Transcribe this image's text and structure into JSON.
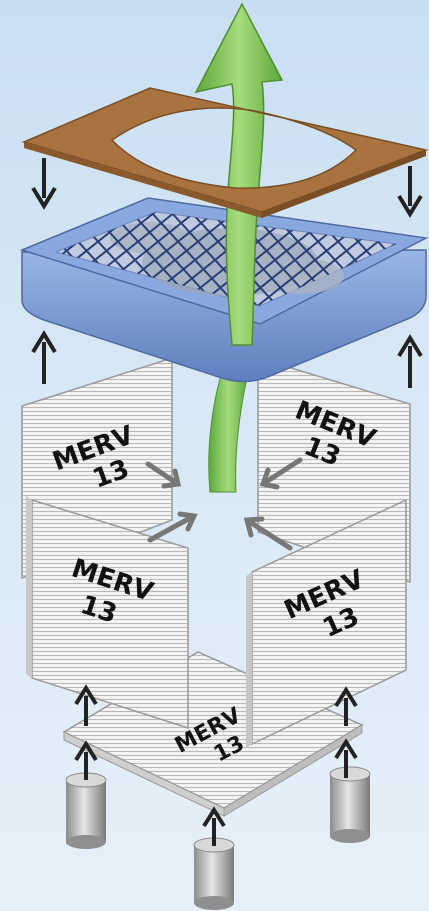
{
  "diagram": {
    "filter_label_line1": "MERV",
    "filter_label_line2": "13",
    "colors": {
      "background_top": "#c9dff1",
      "background_bottom": "#e6f0fa",
      "gasket": "#a8733f",
      "fan_box": "#7f9ed8",
      "airflow_arrow": "#7ec15c",
      "filter_face": "#f2f2f2",
      "pressure_arrow": "#222222",
      "inflow_arrow": "#7a7a7a",
      "leg": "#b5b5b5"
    },
    "icons": [
      "airflow-up-arrow",
      "down-arrow",
      "up-arrow",
      "inward-arrow",
      "cylinder-leg"
    ]
  }
}
